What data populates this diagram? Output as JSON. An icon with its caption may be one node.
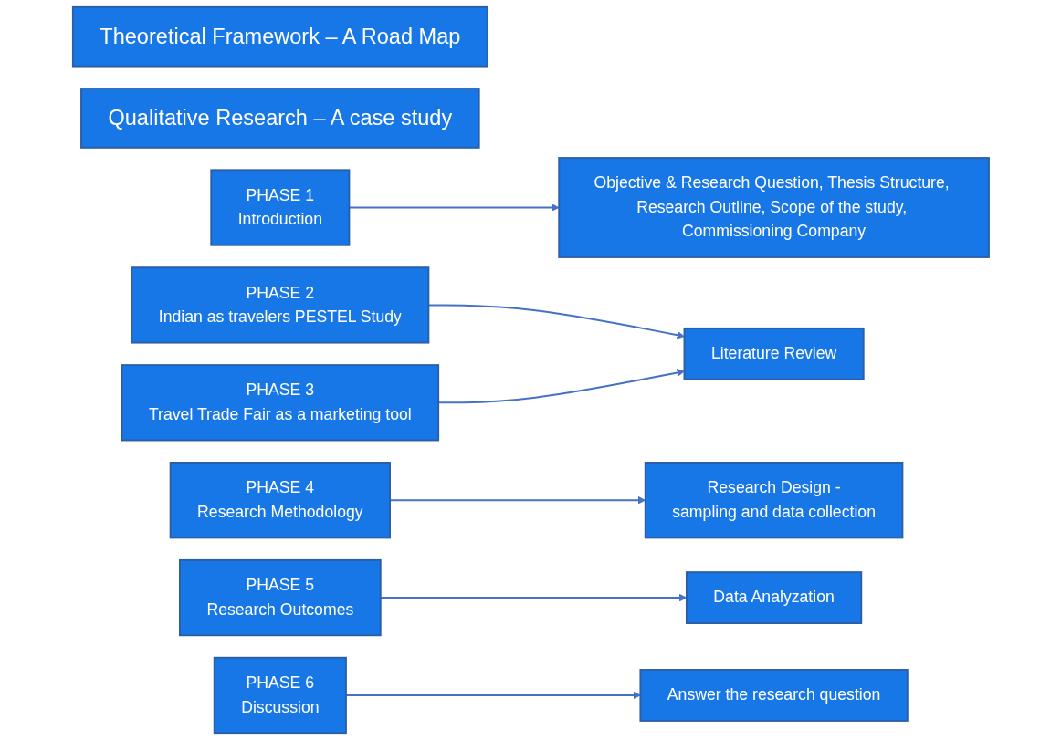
{
  "diagram": {
    "nodes": [
      {
        "text": [
          "Theoretical Framework – A Road Map"
        ]
      },
      {
        "text": [
          "Qualitative Research – A case study"
        ]
      },
      {
        "text": [
          "PHASE 1",
          "Introduction"
        ]
      },
      {
        "text": [
          "Objective & Research Question, Thesis Structure, Research Outline, Scope of the study, Commissioning Company"
        ]
      },
      {
        "text": [
          "PHASE 2",
          "Indian as travelers PESTEL Study"
        ]
      },
      {
        "text": [
          "Literature Review"
        ]
      },
      {
        "text": [
          "PHASE 3",
          "Travel Trade Fair as a marketing tool"
        ]
      },
      {
        "text": [
          "PHASE 4",
          "Research Methodology"
        ]
      },
      {
        "text": [
          "Research Design -",
          "sampling and data collection"
        ]
      },
      {
        "text": [
          "PHASE 5",
          "Research Outcomes"
        ]
      },
      {
        "text": [
          "Data Analyzation"
        ]
      },
      {
        "text": [
          "PHASE 6",
          "Discussion"
        ]
      },
      {
        "text": [
          "Answer the research question"
        ]
      }
    ],
    "edges": [
      {
        "from": 2,
        "to": 3,
        "arrow": "to"
      },
      {
        "from": 4,
        "to": 5,
        "arrow": "to"
      },
      {
        "from": 6,
        "to": 5,
        "arrow": "to"
      },
      {
        "from": 7,
        "to": 8,
        "arrow": "to"
      },
      {
        "from": 9,
        "to": 10,
        "arrow": "to"
      },
      {
        "from": 11,
        "to": 12,
        "arrow": "to"
      }
    ]
  }
}
